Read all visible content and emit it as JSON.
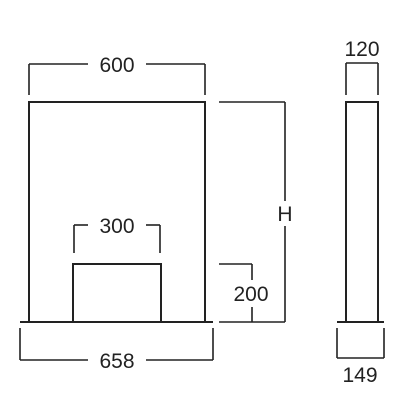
{
  "front_view": {
    "top_width": "600",
    "opening_width": "300",
    "base_width": "658",
    "height": "H",
    "opening_height": "200"
  },
  "side_view": {
    "top_depth": "120",
    "base_depth": "149"
  }
}
